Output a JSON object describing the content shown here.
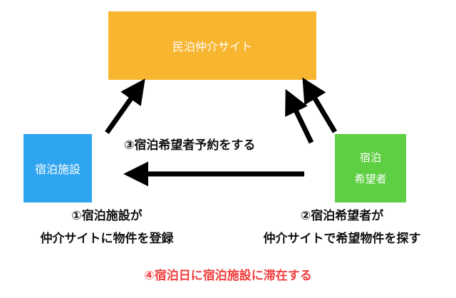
{
  "nodes": {
    "site": "民泊仲介サイト",
    "facility": "宿泊施設",
    "guest_line1": "宿泊",
    "guest_line2": "希望者"
  },
  "labels": {
    "step3": "③宿泊希望者予約をする",
    "step1_line1": "①宿泊施設が",
    "step1_line2": "仲介サイトに物件を登録",
    "step2_line1": "②宿泊希望者が",
    "step2_line2": "仲介サイトで希望物件を探す",
    "step4": "④宿泊日に宿泊施設に滞在する"
  },
  "colors": {
    "site_box": "#f7b530",
    "facility_box": "#2fa4f0",
    "guest_box": "#5ecf43",
    "step4_text": "#f23d3d",
    "arrow": "#000000"
  }
}
